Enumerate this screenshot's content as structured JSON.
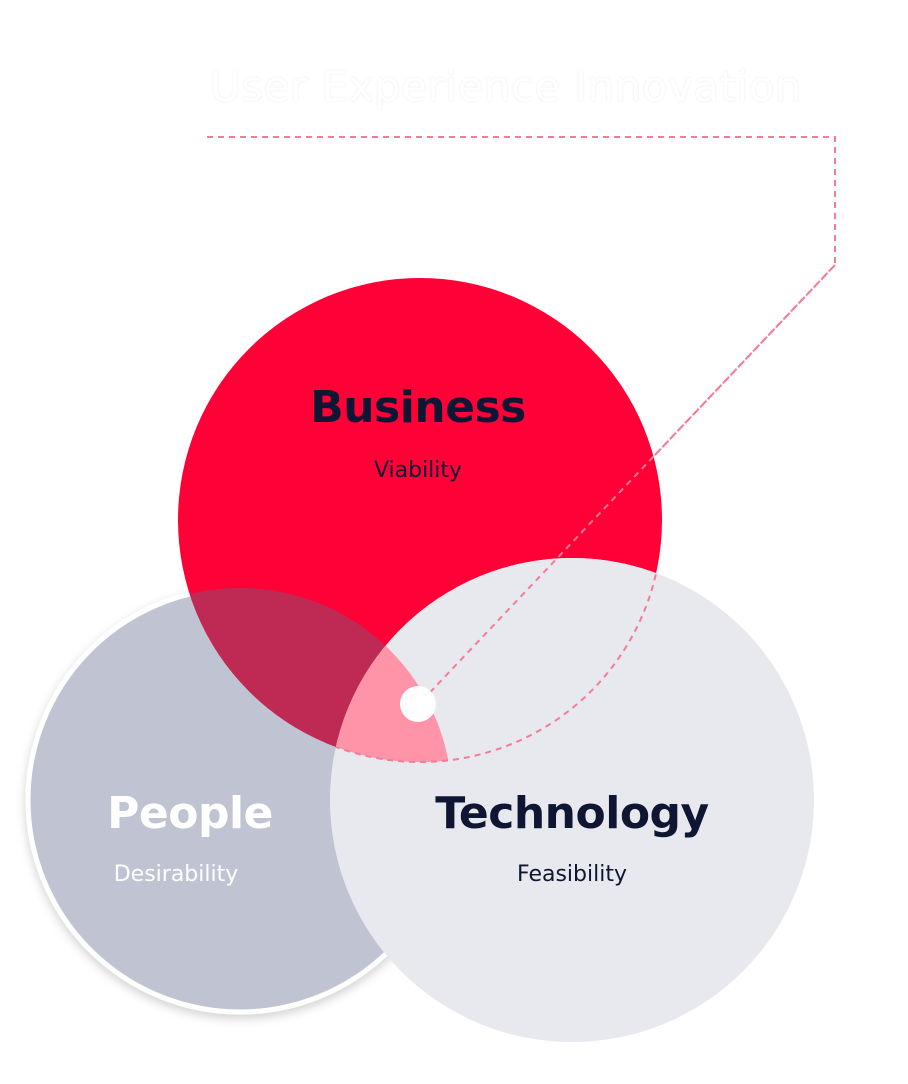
{
  "title": "User Experience Innovation",
  "circles": {
    "business": {
      "label": "Business",
      "sublabel": "Viability",
      "color": "#FF0037"
    },
    "people": {
      "label": "People",
      "sublabel": "Desirability",
      "color": "#C0C3D2"
    },
    "technology": {
      "label": "Technology",
      "sublabel": "Feasibility",
      "color": "#E8E9EF"
    }
  },
  "colors": {
    "overlap_business_people": "#BF2A55",
    "overlap_center": "#FF93A8",
    "connector": "#F47C94",
    "dark_text": "#0E1633",
    "light_text": "#FFFFFF"
  }
}
